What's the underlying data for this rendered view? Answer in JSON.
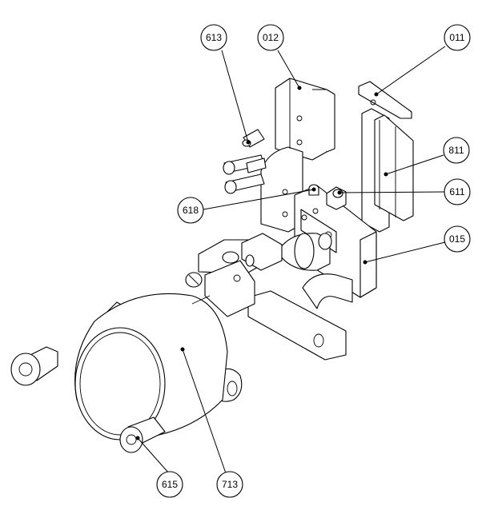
{
  "drawing": {
    "type": "exploded-assembly-view",
    "line_color": "#000000",
    "background": "#ffffff"
  },
  "balloons": {
    "b613": "613",
    "b012": "012",
    "b011": "011",
    "b811": "811",
    "b611": "611",
    "b618": "618",
    "b015": "015",
    "b615": "615",
    "b713": "713"
  }
}
